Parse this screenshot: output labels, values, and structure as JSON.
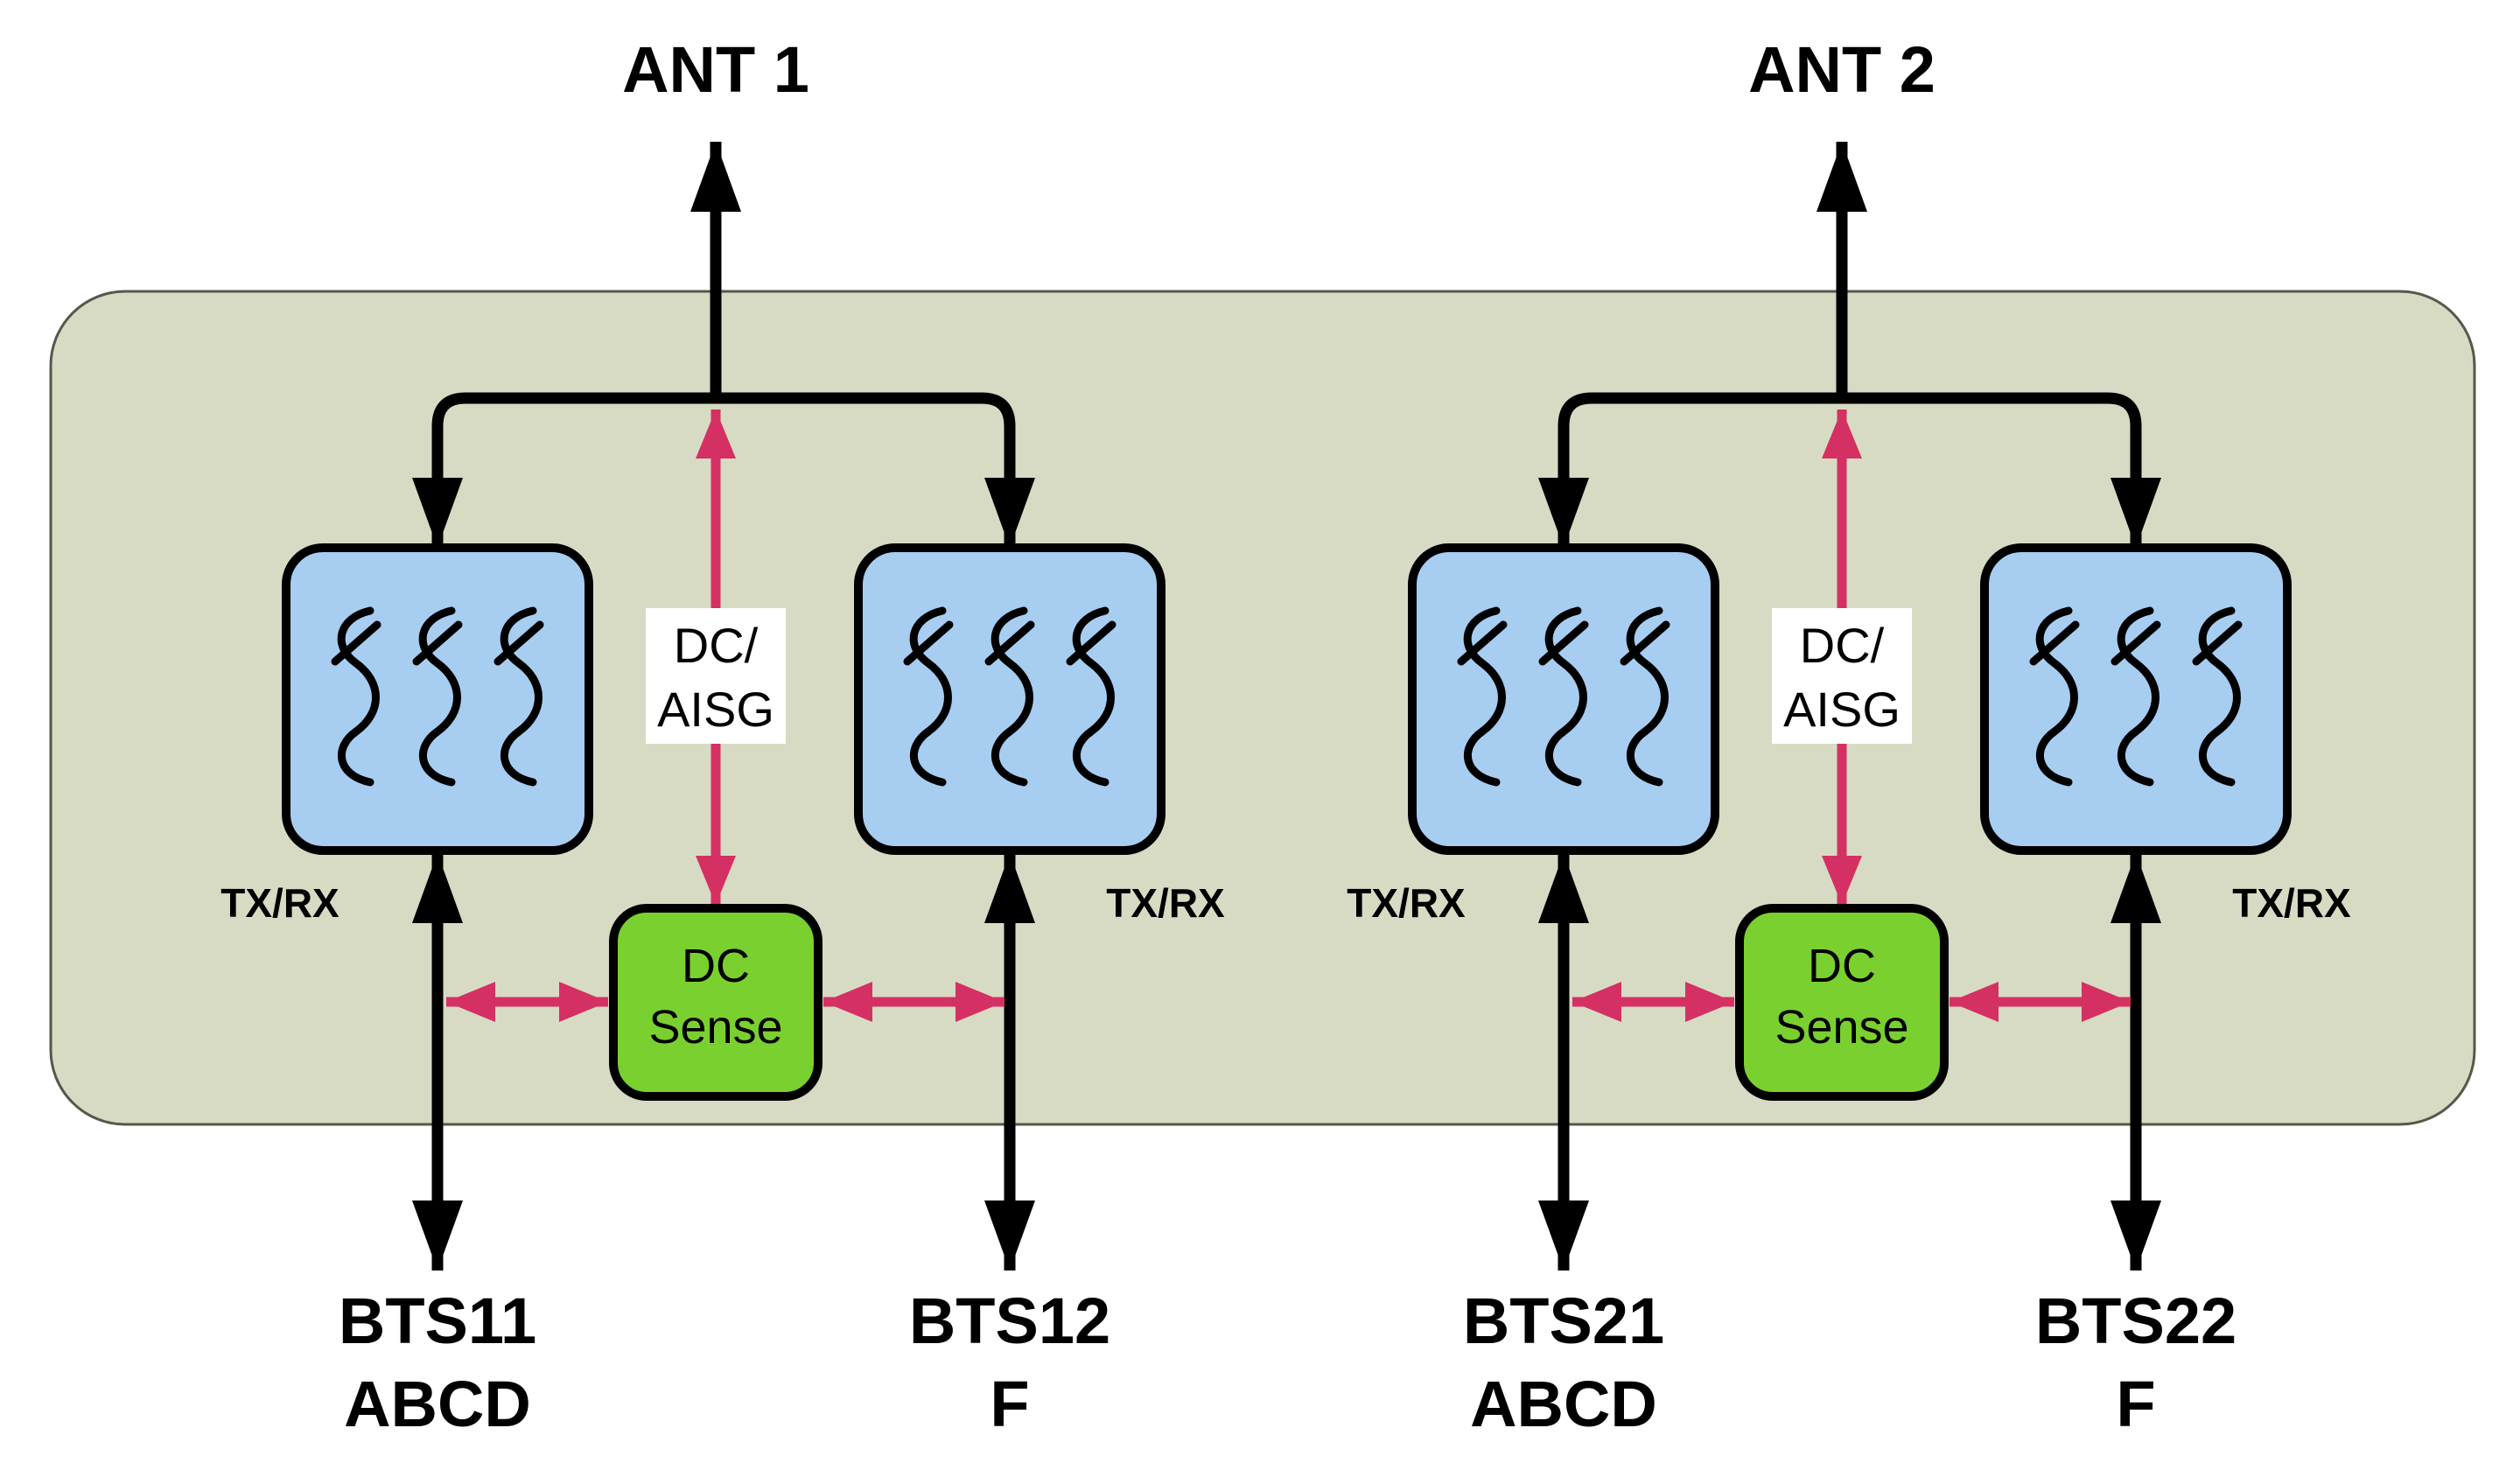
{
  "diagram": {
    "enclosure_fill": "#d8dbc3",
    "enclosure_stroke": "#55584a",
    "filter_fill": "#a7cdf1",
    "dc_sense_fill": "#79d02f",
    "black": "#000000",
    "pink": "#d43063",
    "label_bg": "#ffffff",
    "sections": [
      {
        "antenna": "ANT 1",
        "dc_aisg": [
          "DC/",
          "AISG"
        ],
        "dc_sense": [
          "DC",
          "Sense"
        ],
        "units": [
          {
            "txrx": "TX/RX",
            "bts": [
              "BTS11",
              "ABCD"
            ]
          },
          {
            "txrx": "TX/RX",
            "bts": [
              "BTS12",
              "F"
            ]
          }
        ]
      },
      {
        "antenna": "ANT 2",
        "dc_aisg": [
          "DC/",
          "AISG"
        ],
        "dc_sense": [
          "DC",
          "Sense"
        ],
        "units": [
          {
            "txrx": "TX/RX",
            "bts": [
              "BTS21",
              "ABCD"
            ]
          },
          {
            "txrx": "TX/RX",
            "bts": [
              "BTS22",
              "F"
            ]
          }
        ]
      }
    ]
  }
}
